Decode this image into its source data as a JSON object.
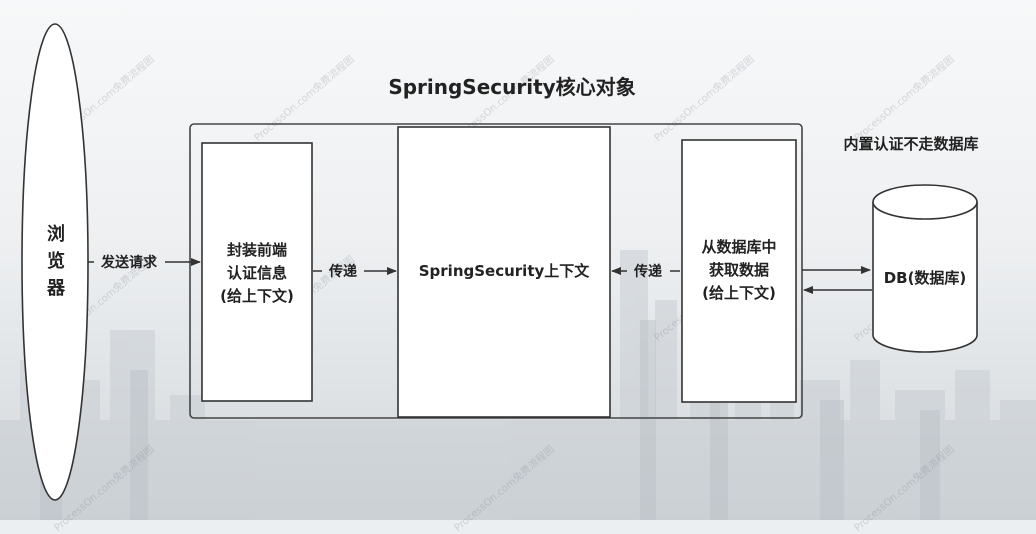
{
  "title": "SpringSecurity核心对象",
  "browser": {
    "lines": [
      "浏",
      "览",
      "器"
    ]
  },
  "boxes": {
    "wrap_auth": {
      "lines": [
        "封装前端",
        "认证信息",
        "(给上下文)"
      ]
    },
    "context": {
      "label": "SpringSecurity上下文"
    },
    "fetch_db": {
      "lines": [
        "从数据库中",
        "获取数据",
        "(给上下文)"
      ]
    }
  },
  "arrows": {
    "send_request": "发送请求",
    "pass_1": "传递",
    "pass_2": "传递"
  },
  "note": "内置认证不走数据库",
  "db": {
    "label": "DB(数据库)"
  },
  "watermark": "ProcessOn.com免费流程图",
  "colors": {
    "stroke": "#333333",
    "text": "#222222",
    "box_fill": "#ffffff"
  }
}
